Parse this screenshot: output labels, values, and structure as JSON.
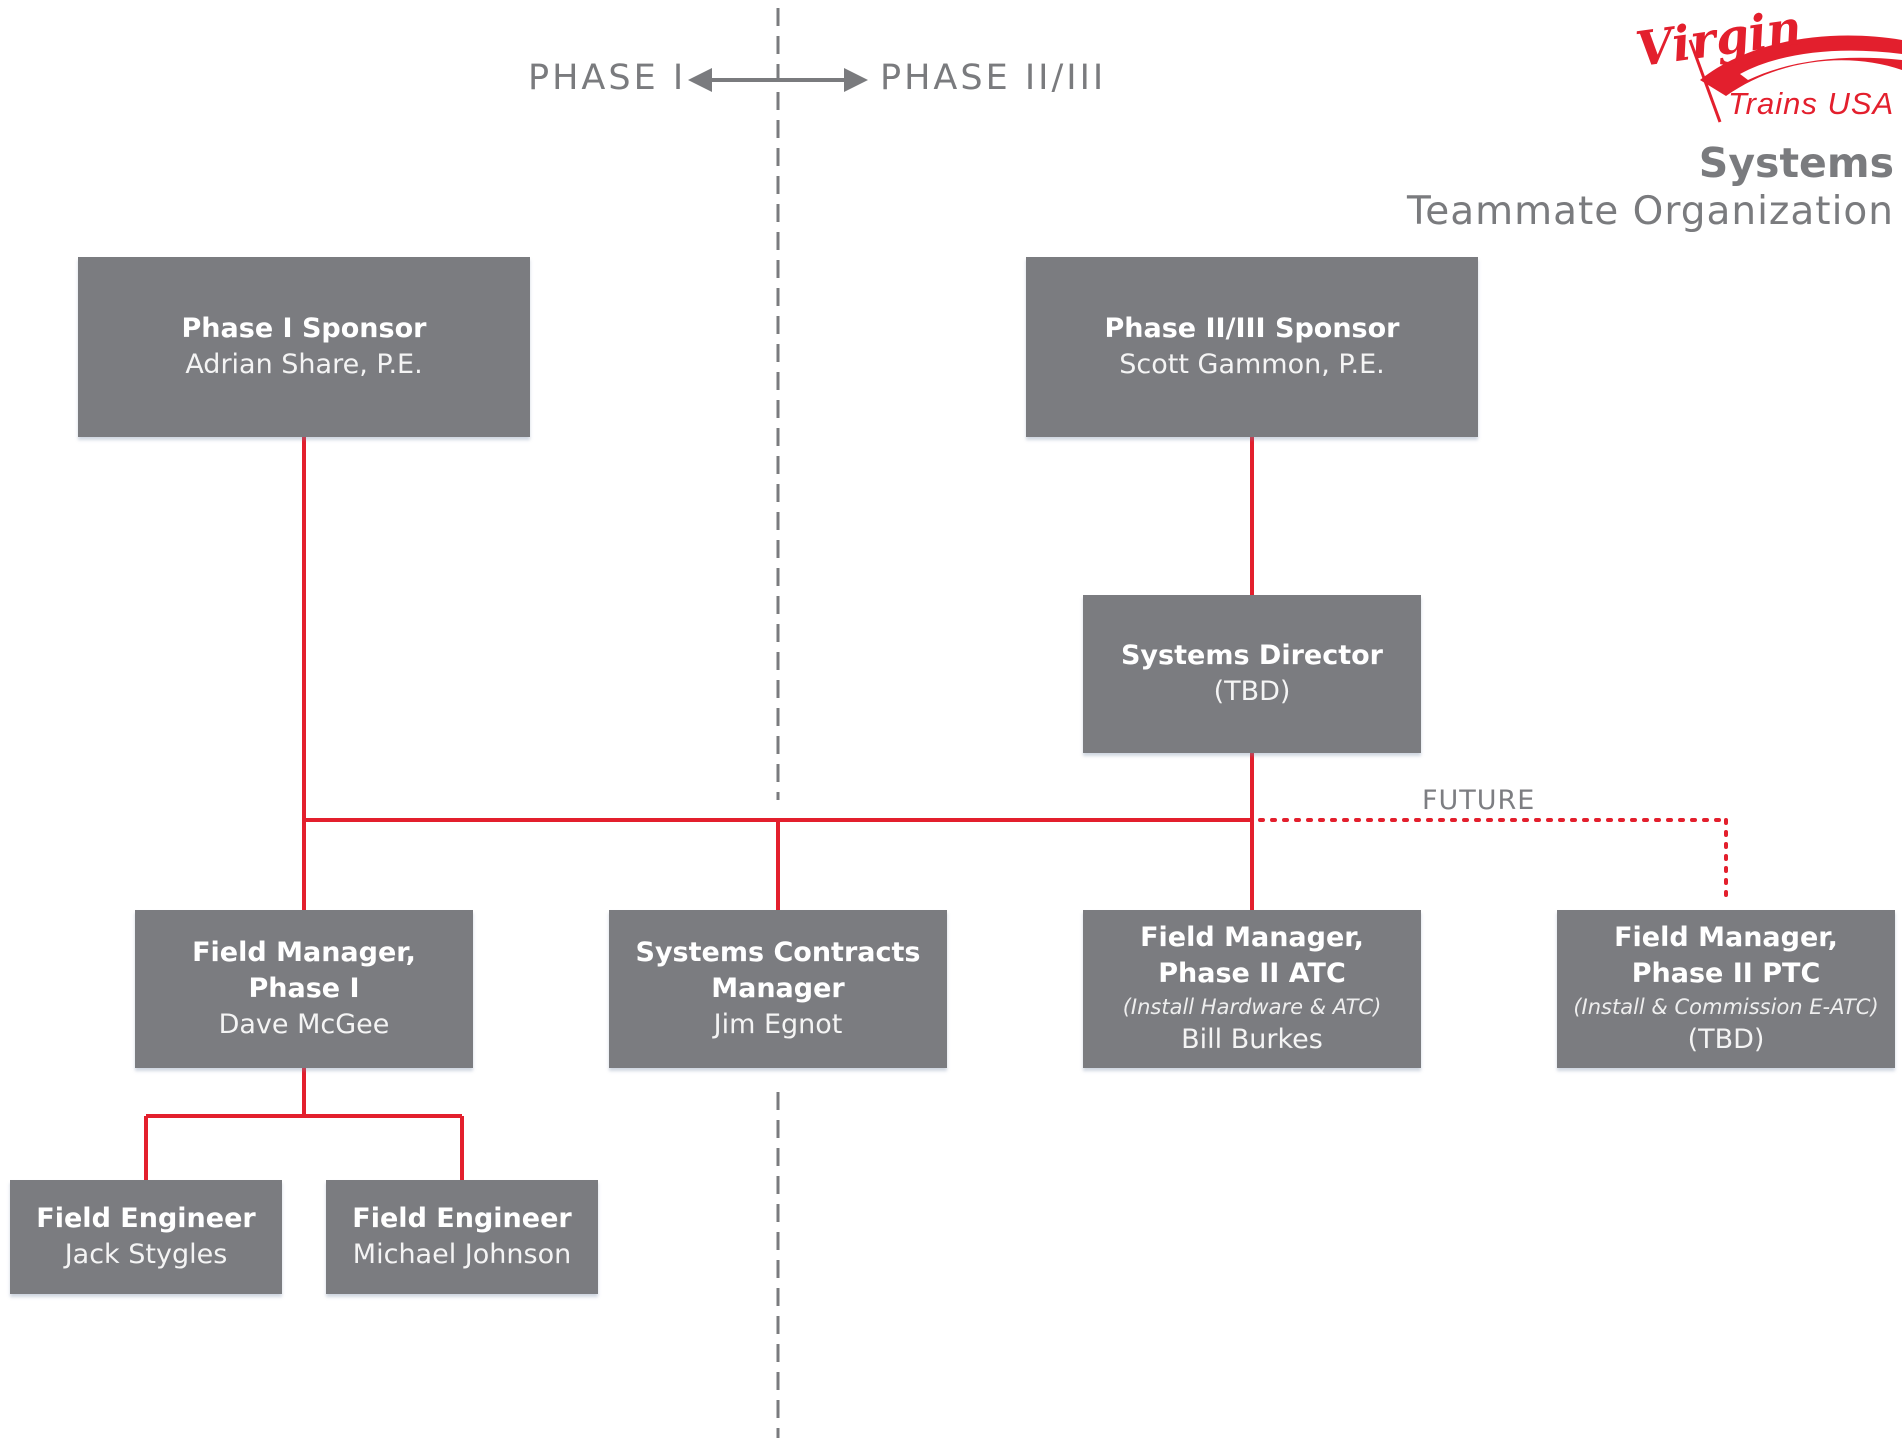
{
  "header": {
    "phase_left": "PHASE I",
    "phase_right": "PHASE II/III",
    "title_line1": "Systems",
    "title_line2": "Teammate Organization"
  },
  "logo": {
    "script_text": "Virgin",
    "trains_text": "Trains USA",
    "icon": "virgin-trains-usa-logo"
  },
  "future_label": "FUTURE",
  "colors": {
    "box_fill": "#7b7c80",
    "connector": "#e31f2d",
    "divider": "#7a7b7e",
    "text_gray": "#7a7b7e"
  },
  "boxes": {
    "phase1_sponsor": {
      "role": "Phase I Sponsor",
      "name": "Adrian Share, P.E."
    },
    "phase23_sponsor": {
      "role": "Phase II/III Sponsor",
      "name": "Scott Gammon, P.E."
    },
    "systems_director": {
      "role": "Systems Director",
      "name": "(TBD)"
    },
    "fm_phase1": {
      "role_line1": "Field Manager,",
      "role_line2": "Phase I",
      "name": "Dave McGee"
    },
    "contracts_manager": {
      "role_line1": "Systems Contracts",
      "role_line2": "Manager",
      "name": "Jim Egnot"
    },
    "fm_phase2_atc": {
      "role_line1": "Field Manager,",
      "role_line2": "Phase II ATC",
      "note": "(Install Hardware & ATC)",
      "name": "Bill Burkes"
    },
    "fm_phase2_ptc": {
      "role_line1": "Field Manager,",
      "role_line2": "Phase II PTC",
      "note": "(Install & Commission E-ATC)",
      "name": "(TBD)"
    },
    "field_engineer_1": {
      "role": "Field Engineer",
      "name": "Jack Stygles"
    },
    "field_engineer_2": {
      "role": "Field Engineer",
      "name": "Michael Johnson"
    }
  }
}
